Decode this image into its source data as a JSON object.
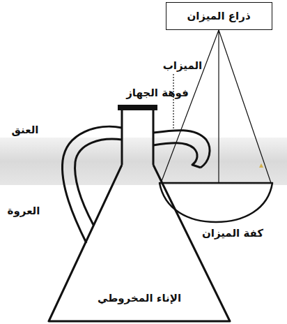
{
  "diagram": {
    "nodes": [
      {
        "text": [
          "ذراع الميزان"
        ]
      },
      {
        "text": [
          "الإناء المخروطي"
        ]
      }
    ],
    "labels": [
      "الميزاب",
      "فوهة الجهاز",
      "العنق",
      "العروة",
      "كفة الميزان"
    ]
  }
}
